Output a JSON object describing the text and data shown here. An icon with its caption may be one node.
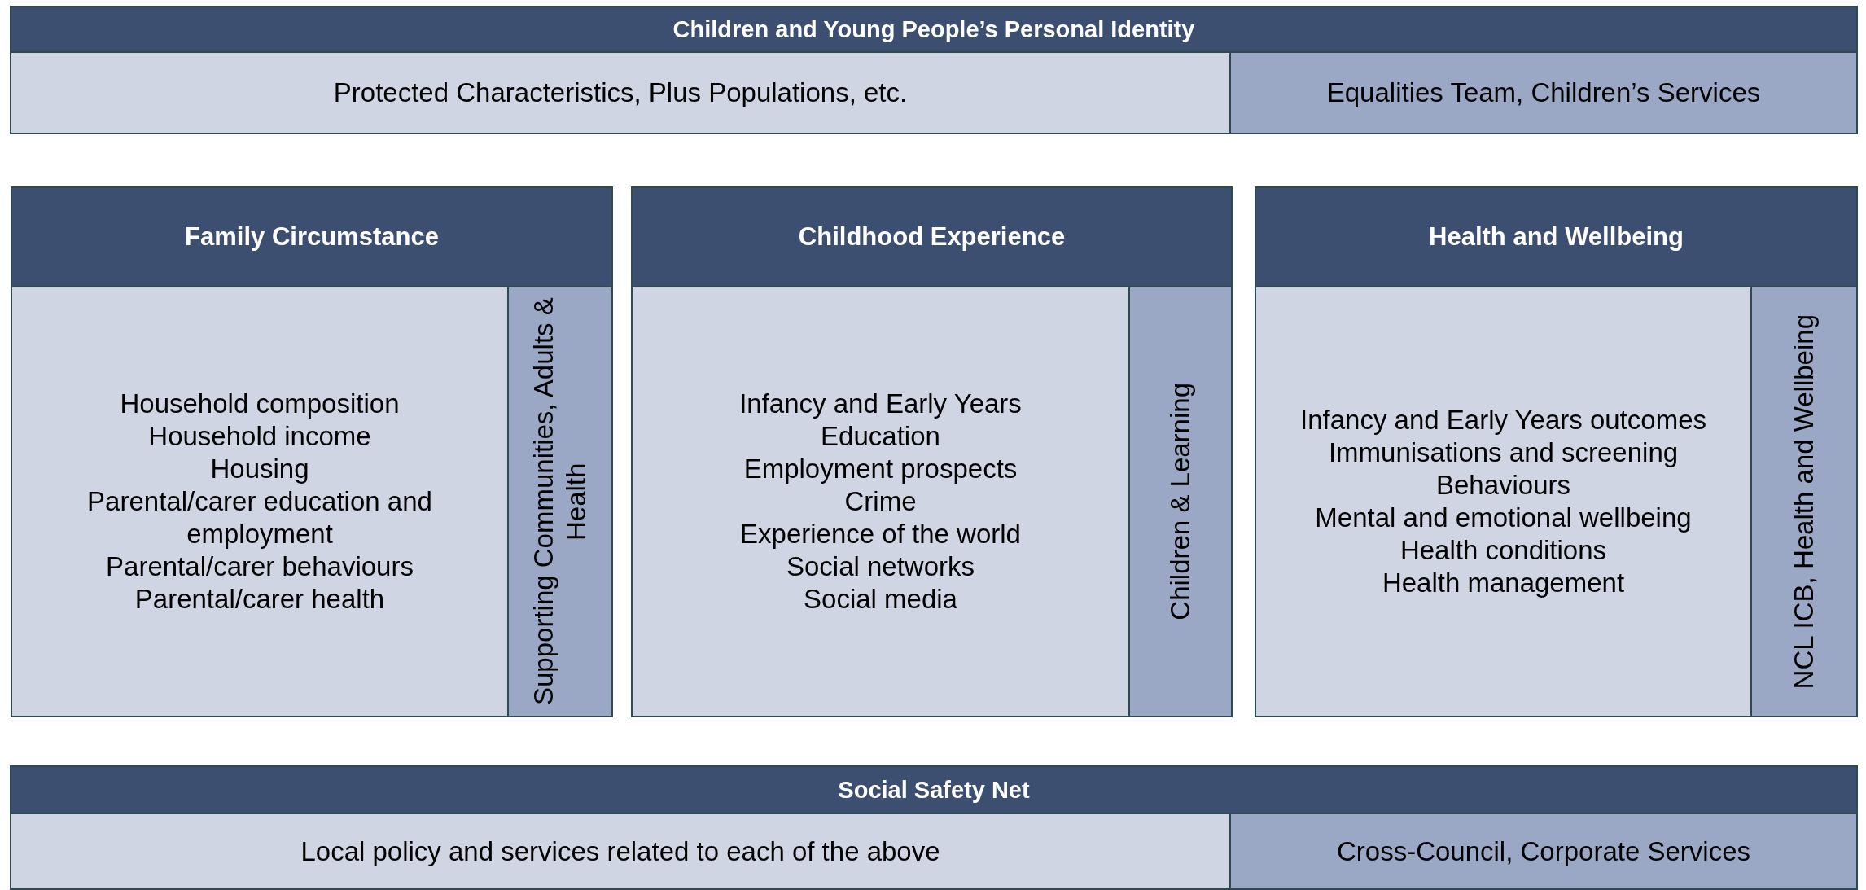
{
  "diagram": {
    "nodes": [
      {
        "text": [
          "Children and Young People’s Personal Identity"
        ]
      },
      {
        "text": [
          "Protected Characteristics, Plus Populations, etc."
        ]
      },
      {
        "text": [
          "Equalities Team, Children’s Services"
        ]
      },
      {
        "text": [
          "Family Circumstance"
        ]
      },
      {
        "text": [
          "Household composition",
          "Household income",
          "Housing",
          "Parental/carer education and employment",
          "Parental/carer behaviours",
          "Parental/carer health"
        ]
      },
      {
        "text": [
          "Supporting Communities, Adults & Health"
        ]
      },
      {
        "text": [
          "Childhood Experience"
        ]
      },
      {
        "text": [
          "Infancy and Early Years",
          "Education",
          "Employment prospects",
          "Crime",
          "Experience of the world",
          "Social networks",
          "Social media"
        ]
      },
      {
        "text": [
          "Children & Learning"
        ]
      },
      {
        "text": [
          "Health and Wellbeing"
        ]
      },
      {
        "text": [
          "Infancy and Early Years outcomes",
          "Immunisations and screening",
          "Behaviours",
          "Mental and emotional wellbeing",
          "Health conditions",
          "Health management"
        ]
      },
      {
        "text": [
          "NCL ICB, Health and Wellbeing"
        ]
      },
      {
        "text": [
          "Social Safety Net"
        ]
      },
      {
        "text": [
          "Local policy and services related to each of the above"
        ]
      },
      {
        "text": [
          "Cross-Council, Corporate Services"
        ]
      }
    ]
  }
}
